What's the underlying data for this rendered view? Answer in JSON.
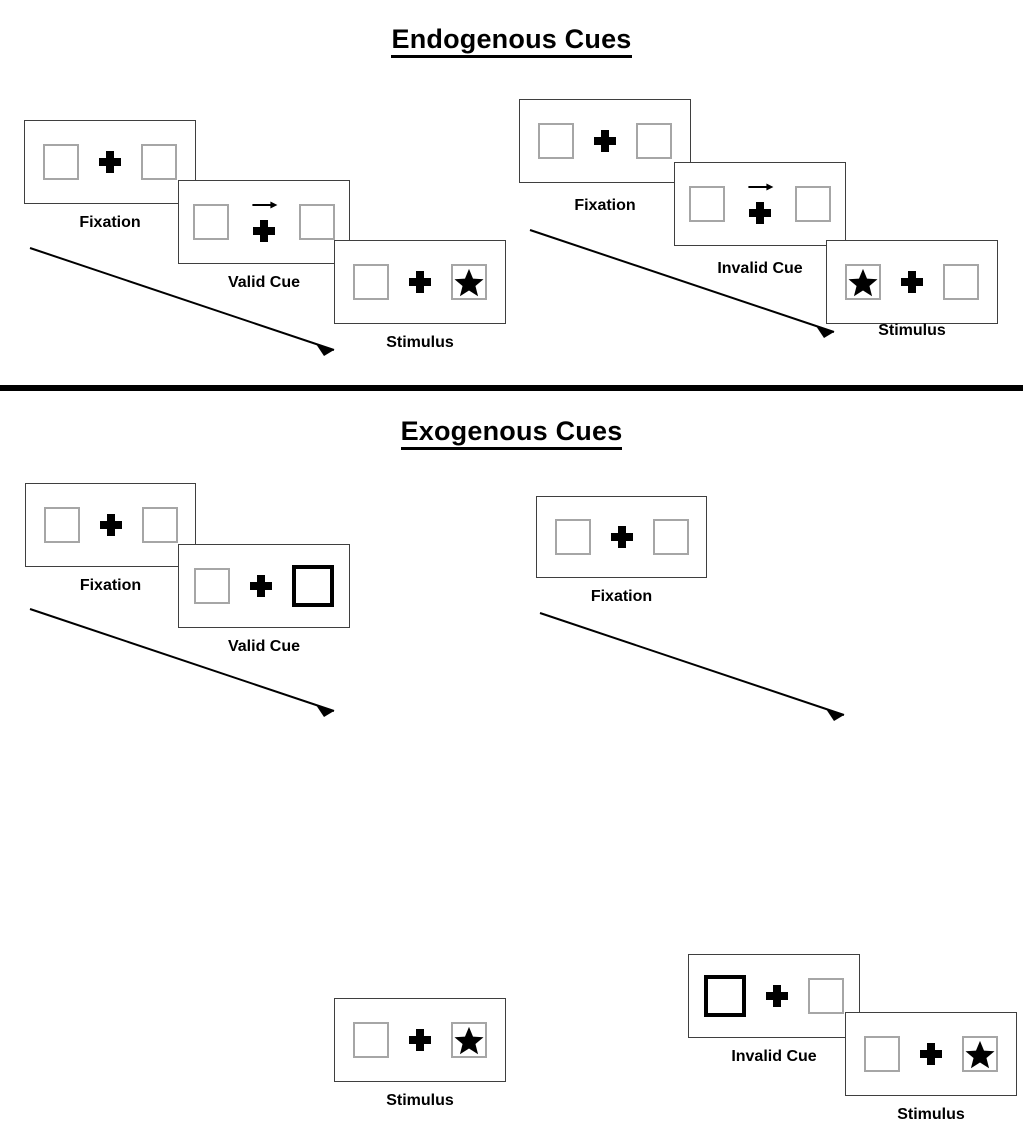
{
  "figure": {
    "title_endogenous": "Endogenous Cues",
    "title_exogenous": "Exogenous Cues"
  },
  "icons": {
    "fixation_cross": "plus-cross-icon",
    "target_star": "star-icon",
    "cue_arrow": "right-arrow-cue-icon",
    "cue_flash_box": "thick-box-flash-cue-icon",
    "timeline": "timeline-arrow-icon"
  },
  "colors": {
    "ink": "#000000",
    "frame_border": "#3f3f3f",
    "placeholder_border": "#a6a6a6",
    "cue_border": "#000000",
    "background": "#ffffff"
  },
  "sequences": [
    {
      "id": "endogenous-valid",
      "condition": "Endogenous",
      "validity": "Valid",
      "cue_type": "arrow",
      "cue_direction": "right",
      "target_side": "right",
      "stages": [
        {
          "label": "Fixation",
          "name": "fixation"
        },
        {
          "label": "Valid Cue",
          "name": "cue"
        },
        {
          "label": "Stimulus",
          "name": "stimulus"
        }
      ]
    },
    {
      "id": "endogenous-invalid",
      "condition": "Endogenous",
      "validity": "Invalid",
      "cue_type": "arrow",
      "cue_direction": "right",
      "target_side": "left",
      "stages": [
        {
          "label": "Fixation",
          "name": "fixation"
        },
        {
          "label": "Invalid Cue",
          "name": "cue"
        },
        {
          "label": "Stimulus",
          "name": "stimulus"
        }
      ]
    },
    {
      "id": "exogenous-valid",
      "condition": "Exogenous",
      "validity": "Valid",
      "cue_type": "flash",
      "cue_side": "right",
      "target_side": "right",
      "stages": [
        {
          "label": "Fixation",
          "name": "fixation"
        },
        {
          "label": "Valid Cue",
          "name": "cue"
        },
        {
          "label": "Stimulus",
          "name": "stimulus"
        }
      ]
    },
    {
      "id": "exogenous-invalid",
      "condition": "Exogenous",
      "validity": "Invalid",
      "cue_type": "flash",
      "cue_side": "left",
      "target_side": "right",
      "stages": [
        {
          "label": "Fixation",
          "name": "fixation"
        },
        {
          "label": "Invalid Cue",
          "name": "cue"
        },
        {
          "label": "Stimulus",
          "name": "stimulus"
        }
      ]
    }
  ]
}
